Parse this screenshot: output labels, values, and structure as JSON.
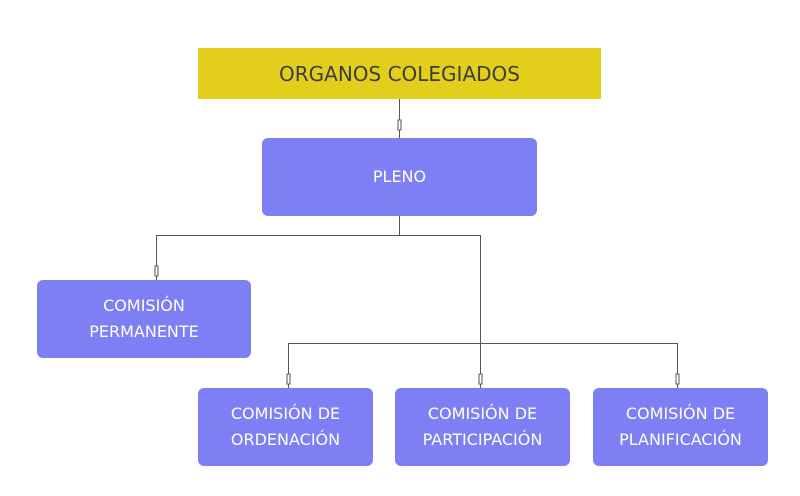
{
  "diagram": {
    "nodes": {
      "root": {
        "label": "ORGANOS COLEGIADOS",
        "color": "#e3cf1b"
      },
      "pleno": {
        "label": "PLENO",
        "color": "#7f7ff5"
      },
      "permanente": {
        "label": "COMISIÓN\nPERMANENTE",
        "color": "#7f7ff5"
      },
      "ordenacion": {
        "label": "COMISIÓN DE\nORDENACIÓN",
        "color": "#7f7ff5"
      },
      "participacion": {
        "label": "COMISIÓN DE\nPARTICIPACIÓN",
        "color": "#7f7ff5"
      },
      "planificacion": {
        "label": "COMISIÓN DE\nPLANIFICACIÓN",
        "color": "#7f7ff5"
      }
    },
    "edges": [
      {
        "from": "root",
        "to": "pleno"
      },
      {
        "from": "pleno",
        "to": "permanente"
      },
      {
        "from": "pleno",
        "to": "ordenacion"
      },
      {
        "from": "pleno",
        "to": "participacion"
      },
      {
        "from": "pleno",
        "to": "planificacion"
      }
    ],
    "line_color": "#555555"
  }
}
